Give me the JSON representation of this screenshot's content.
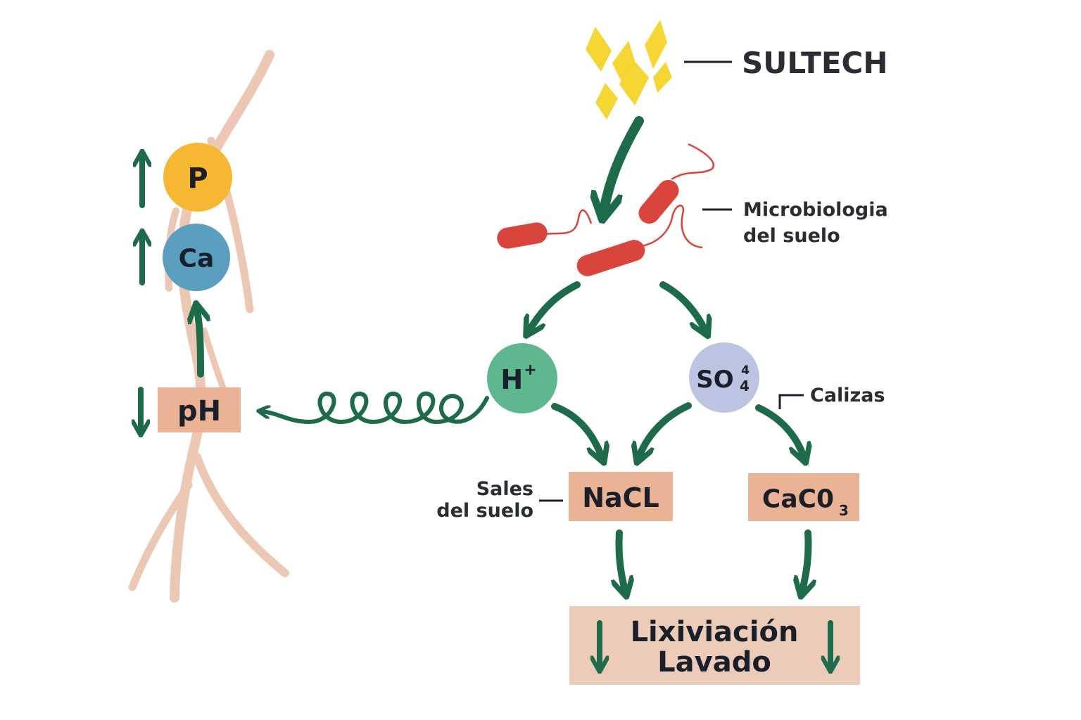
{
  "colors": {
    "arrow": "#1e6b4a",
    "root": "#ecc8b4",
    "sulfur": "#f5d632",
    "bacteria": "#d9453c",
    "p_node": "#f6b832",
    "ca_node": "#5a9fbf",
    "h_node": "#5eb78e",
    "so4_node": "#bcc4e2",
    "salt_box": "#eab396",
    "leach_box": "#ecccb9",
    "text": "#1b1f2a"
  },
  "brand": {
    "name": "SULTECH",
    "icon": "sulfur-crystals-icon"
  },
  "labels": {
    "microbiology_line1": "Microbiologia",
    "microbiology_line2": "del suelo",
    "calizas": "Calizas",
    "sales_line1": "Sales",
    "sales_line2": "del suelo"
  },
  "nodes": {
    "p": "P",
    "ca": "Ca",
    "ph": "pH",
    "h": "H",
    "h_sup": "+",
    "so4": "SO",
    "so4_sup": "4",
    "so4_sub": "4",
    "nacl": "NaCL",
    "caco3": "CaC0",
    "caco3_sub": "3"
  },
  "leaching": {
    "line1": "Lixiviación",
    "line2": "Lavado"
  },
  "indicators": {
    "p": "up",
    "ca": "up",
    "ph": "down"
  }
}
